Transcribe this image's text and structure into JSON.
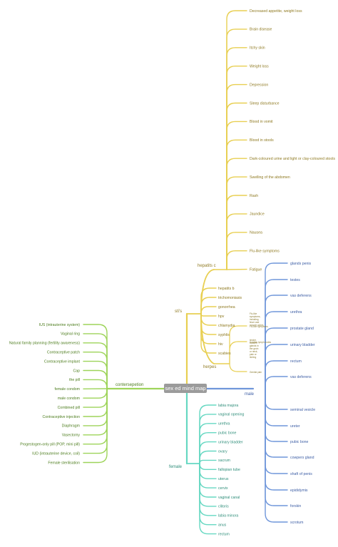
{
  "center": {
    "label": "sex ed mind map"
  },
  "colors": {
    "sti": "#e8cf52",
    "sti_text": "#8f7a22",
    "male": "#6f96da",
    "male_text": "#3d5ea5",
    "female": "#66d8c2",
    "female_text": "#2f8e7a",
    "contraception": "#9ed45a",
    "contraception_text": "#4d7d1e",
    "center_bg": "#9b9b9b"
  },
  "hubs": {
    "sti": "sti's",
    "hepatitis_c": "hepatits c",
    "herpes": "herpes",
    "male": "male",
    "female": "female",
    "contraception": "contersepetion"
  },
  "hepatitis_c_symptoms": [
    "Decreased appetite, weight loss",
    "Brain disease",
    "Itchy skin",
    "Weight loss",
    "Depression",
    "Sleep disturbance",
    "Blood in vomit",
    "Blood in stools",
    "Dark-coloured urine and light or clay-coloured stools",
    "Swelling of the abdomen",
    "Rash",
    "Jaundice",
    "Nausea",
    "Flu-like symptoms",
    "Fatigue"
  ],
  "sti_list": [
    "hepatits b",
    "trichomoniasis",
    "gonorrhea",
    "hpv",
    "chlamydia",
    "syphlis",
    "hiv",
    "scabies"
  ],
  "herpes_items": [
    "Flu-like symptoms",
    "Swollen lymph nodes",
    "Genital pain"
  ],
  "male_parts": [
    "glands penis",
    "testes",
    "vas deferens",
    "urethra",
    "prostate gland",
    "urinary bladder",
    "rectum",
    "vas deferens",
    "seminal vesicle",
    "ureter",
    "pubic bone",
    "cowpers gland",
    "shaft of penis",
    "epididymis",
    "forskin",
    "scrotum"
  ],
  "female_parts": [
    "labia majora",
    "vaginal opening",
    "urethra",
    "pubic bone",
    "urinary bladder",
    "ovary",
    "sacrum",
    "fallopian tube",
    "uterus",
    "cervix",
    "vaginal canal",
    "clitoris",
    "labia minora",
    "anus",
    "rectum"
  ],
  "contraception_methods": [
    "IUS (intrauterine system)",
    "Vaginal ring",
    "Natural family planning (fertility awareness)",
    "Contraceptive patch",
    "Contraceptive implant",
    "Cap",
    "the pill",
    "female condom",
    "male condom",
    "Combined pill",
    "Contraceptive injection",
    "Diaphragm",
    "Vasectomy",
    "Progestogen-only pill (POP, mini pill)",
    "IUD (intrauterine device, coil)",
    "Female sterilisation"
  ]
}
